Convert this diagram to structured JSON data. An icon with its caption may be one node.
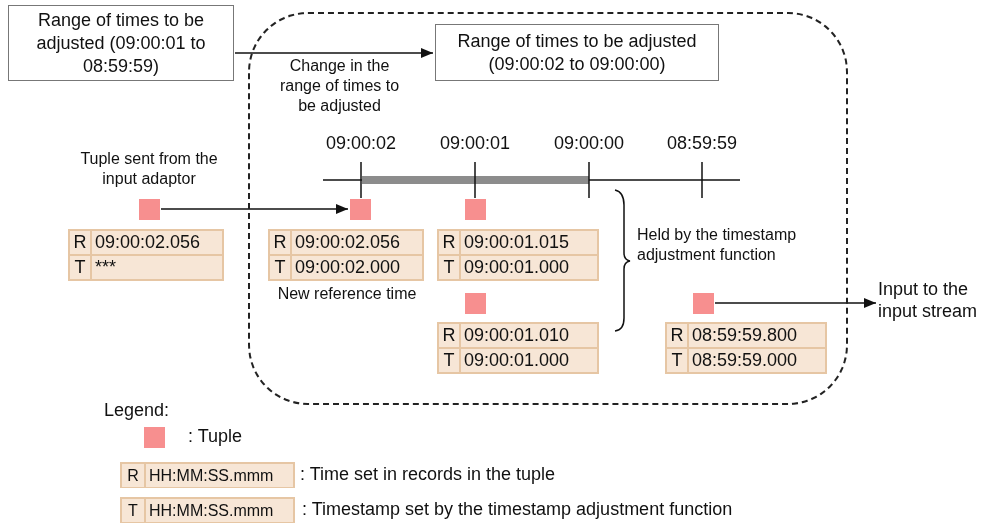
{
  "diagram": {
    "nodes": [
      {
        "text": [
          "Range of times to be adjusted (09:00:01 to 08:59:59)"
        ]
      },
      {
        "text": [],
        "shape": "box"
      },
      {
        "text": [
          "Range of times to be adjusted (09:00:02 to 09:00:00)"
        ],
        "in": 1
      },
      {
        "text": [],
        "shape": "box",
        "beside": [
          "Tuple sent from the input adaptor"
        ]
      },
      {
        "text": [
          "R",
          "09:00:02.056",
          "T",
          "***"
        ]
      },
      {
        "text": [],
        "shape": "box",
        "in": 1
      },
      {
        "text": [
          "R",
          "09:00:02.056",
          "T",
          "09:00:02.000"
        ],
        "in": 1,
        "beside": [
          "New reference time"
        ]
      },
      {
        "text": [],
        "shape": "box",
        "in": 1
      },
      {
        "text": [
          "R",
          "09:00:01.015",
          "T",
          "09:00:01.000"
        ],
        "in": 1
      },
      {
        "text": [],
        "shape": "box",
        "in": 1
      },
      {
        "text": [
          "R",
          "09:00:01.010",
          "T",
          "09:00:01.000"
        ],
        "in": 1
      },
      {
        "text": [],
        "shape": "box",
        "in": 1
      },
      {
        "text": [
          "R",
          "08:59:59.800",
          "T",
          "08:59:59.000"
        ],
        "in": 1
      },
      {
        "text": [
          "Input to the input stream"
        ]
      }
    ],
    "edges": [
      {
        "from": 0,
        "to": 2,
        "arrow": "to",
        "label": "Change in the range of times to be adjusted"
      },
      {
        "from": 3,
        "to": 5,
        "arrow": "to"
      },
      {
        "from": 11,
        "to": 13,
        "arrow": "to"
      }
    ],
    "labels": [
      "09:00:02",
      "09:00:01",
      "09:00:00",
      "08:59:59",
      "Held by the timestamp adjustment function",
      "Legend:",
      "R",
      "HH:MM:SS.mmm",
      "T",
      "HH:MM:SS.mmm"
    ],
    "legend": [
      {
        "text": ": Tuple",
        "color": "#f78f8f"
      },
      {
        "text": ": Time set in records in the tuple"
      },
      {
        "text": ": Timestamp set by the timestamp adjustment function"
      }
    ]
  }
}
